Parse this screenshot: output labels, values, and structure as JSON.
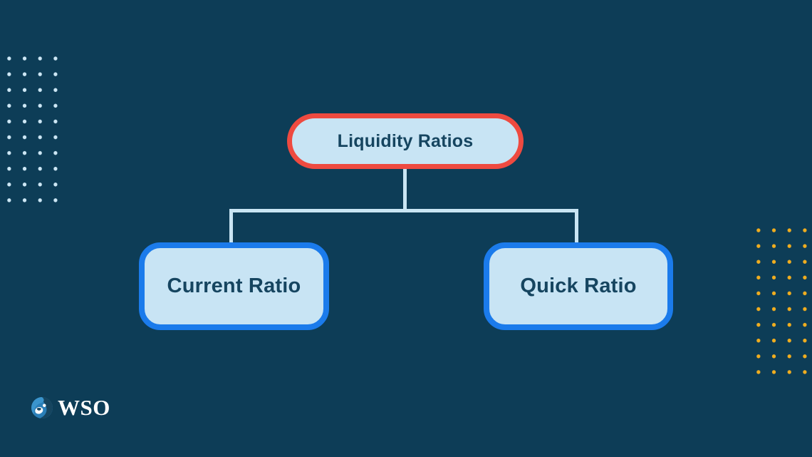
{
  "diagram": {
    "root": {
      "label": "Liquidity Ratios"
    },
    "children": [
      {
        "label": "Current Ratio"
      },
      {
        "label": "Quick Ratio"
      }
    ]
  },
  "branding": {
    "logo_text": "WSO"
  },
  "colors": {
    "background": "#0d3d57",
    "node_fill": "#c8e4f4",
    "root_border": "#ee4a40",
    "child_border": "#1b7beb",
    "connector": "#c9e5f3",
    "node_text": "#164560",
    "dots_left": "#cde7f5",
    "dots_right": "#f0ad1f",
    "logo_text_color": "#ffffff"
  }
}
